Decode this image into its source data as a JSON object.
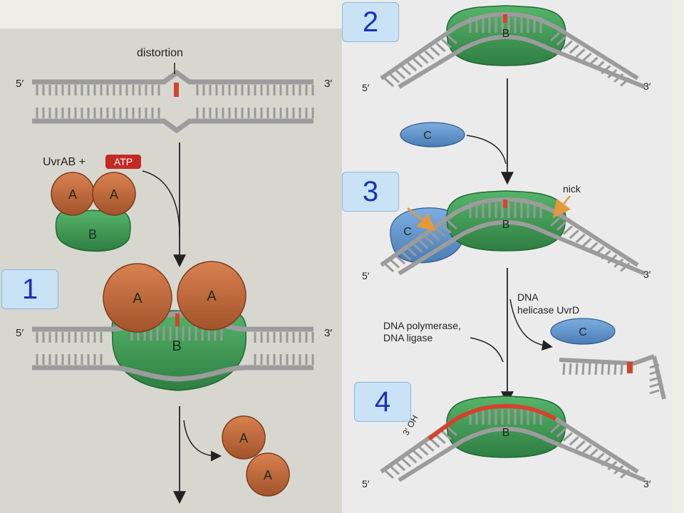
{
  "panel_numbers": [
    "1",
    "2",
    "3",
    "4"
  ],
  "left_panel": {
    "distortion_label": "distortion",
    "five_prime": "5′",
    "three_prime": "3′",
    "uvrab_label": "UvrAB +",
    "atp_label": "ATP"
  },
  "proteins": {
    "A": "A",
    "B": "B",
    "C": "C"
  },
  "right_panel": {
    "five_prime": "5′",
    "three_prime": "3′",
    "nick_label": "nick",
    "helicase_label": [
      "DNA",
      "helicase UvrD"
    ],
    "polymerase_label": [
      "DNA polymerase,",
      "DNA ligase"
    ],
    "oh_label": "3′ OH"
  },
  "colors": {
    "protein_a": "#c06a3a",
    "protein_b": "#3d9a53",
    "protein_c": "#5b8fc7",
    "damage": "#d2442c",
    "atp_badge": "#c42a24",
    "panel_label_bg": "#c9e2f6",
    "panel_label_text": "#1b2fbf"
  }
}
